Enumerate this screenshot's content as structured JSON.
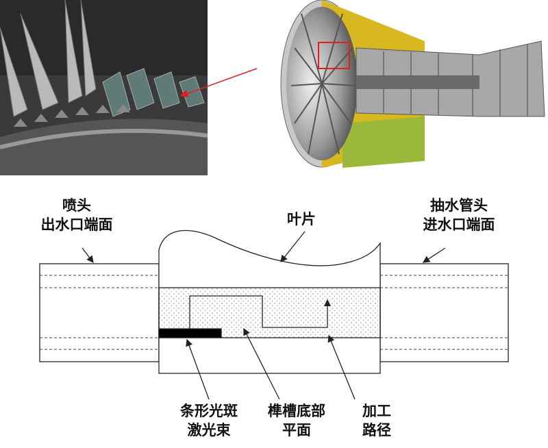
{
  "labels": {
    "nozzle_line1": "喷头",
    "nozzle_line2": "出水口端面",
    "blade": "叶片",
    "suction_line1": "抽水管头",
    "suction_line2": "进水口端面",
    "laser_line1": "条形光斑",
    "laser_line2": "激光束",
    "slot_line1": "榫槽底部",
    "slot_line2": "平面",
    "path_line1": "加工",
    "path_line2": "路径"
  },
  "colors": {
    "highlight": "#e02020",
    "engine_yellow": "#d8b820",
    "engine_green": "#9ab83a"
  }
}
